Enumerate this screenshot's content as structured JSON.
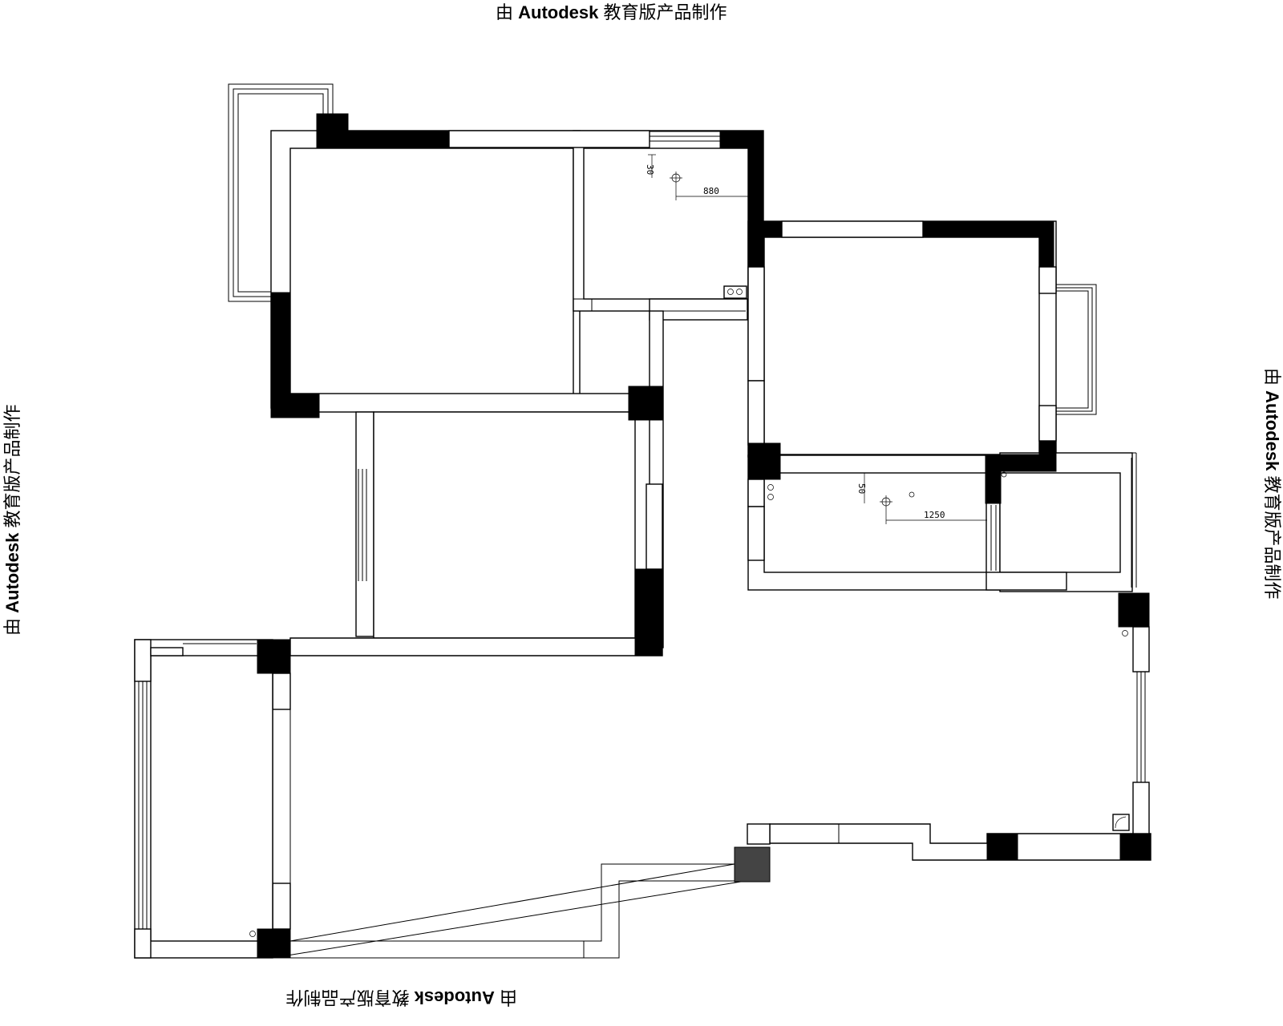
{
  "watermark": {
    "prefix": "由",
    "brand": "Autodesk",
    "suffix": "教育版产品制作"
  },
  "dimensions": {
    "upper_room_offset": "30",
    "upper_room_span": "880",
    "lower_room_offset": "50",
    "lower_room_span": "1250"
  }
}
